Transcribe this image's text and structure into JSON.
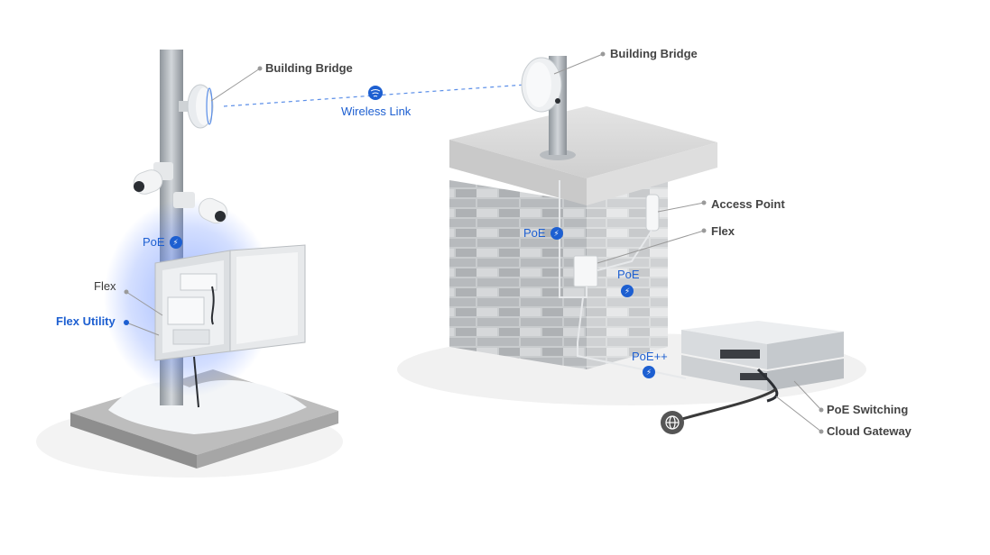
{
  "labels": {
    "building_bridge_left": "Building Bridge",
    "building_bridge_right": "Building Bridge",
    "wireless_link": "Wireless Link",
    "poe_pole": "PoE",
    "flex_left": "Flex",
    "flex_utility": "Flex Utility",
    "poe_wall_left": "PoE",
    "access_point": "Access Point",
    "flex_right": "Flex",
    "poe_wall_right": "PoE",
    "poe_plus_plus": "PoE++",
    "poe_switching": "PoE Switching",
    "cloud_gateway": "Cloud Gateway"
  },
  "icons": {
    "poe": "bolt-icon",
    "wireless": "wifi-icon",
    "internet": "globe-icon"
  },
  "colors": {
    "accent": "#1d5fd1",
    "label": "#444444",
    "glow": "#4f7cff"
  }
}
